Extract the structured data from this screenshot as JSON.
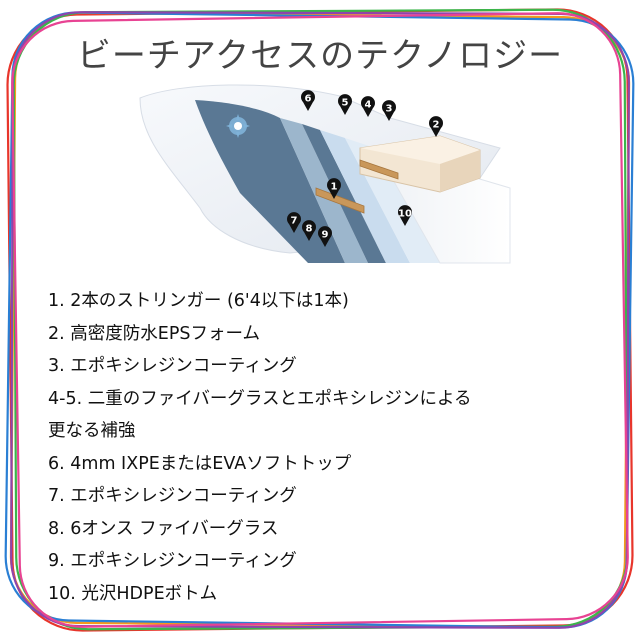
{
  "title": "ビーチアクセスのテクノロジー",
  "markers": [
    "6",
    "5",
    "4",
    "3",
    "2",
    "1",
    "7",
    "8",
    "9",
    "10"
  ],
  "specs": [
    "1. 2本のストリンガー (6'4以下は1本)",
    "2. 高密度防水EPSフォーム",
    "3. エポキシレジンコーティング",
    "4-5. 二重のファイバーグラスとエポキシレジンによる",
    "更なる補強",
    "6. 4mm IXPEまたはEVAソフトトップ",
    "7. エポキシレジンコーティング",
    "8. 6オンス ファイバーグラス",
    "9. エポキシレジンコーティング",
    "10. 光沢HDPEボトム"
  ],
  "colors": {
    "frame": [
      "#e8352b",
      "#f39a1e",
      "#3bb54a",
      "#2a7fd4",
      "#8e44ad",
      "#e84393"
    ],
    "title_text": "#444444",
    "marker": "#111111",
    "layer_dark": "#5a7894",
    "layer_mid": "#9cb6cc",
    "layer_light": "#c9dcee",
    "stringer": "#c9975a",
    "foam": "#f3e6d3",
    "logo": "#7fb2d8"
  }
}
